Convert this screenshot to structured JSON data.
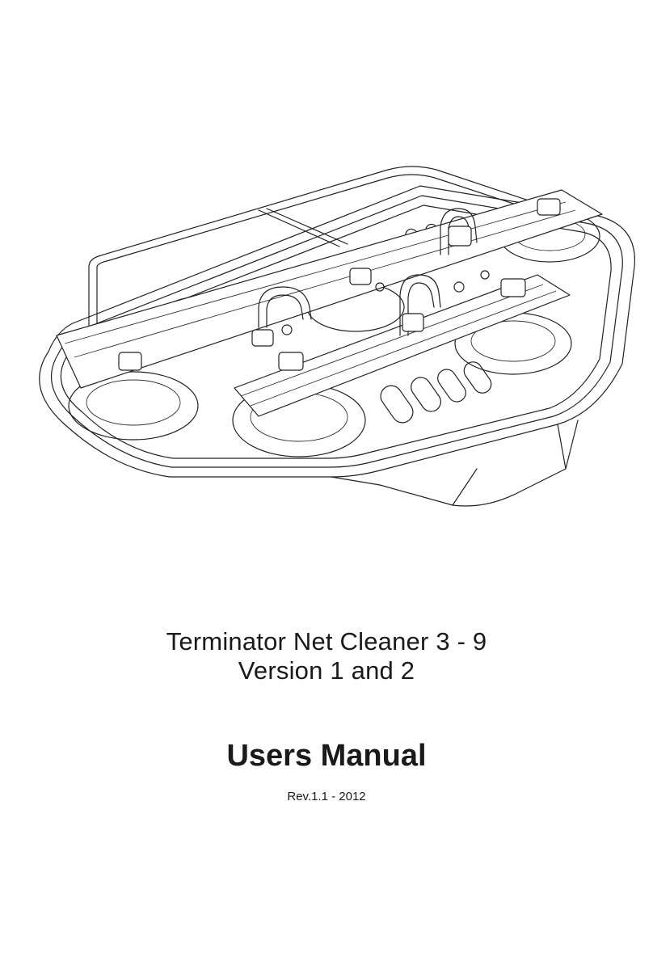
{
  "cover": {
    "product_name": "Terminator Net Cleaner 3 - 9",
    "version": "Version 1 and 2",
    "title": "Users Manual",
    "revision": "Rev.1.1 - 2012"
  },
  "illustration": {
    "subject": "net-cleaner-line-drawing"
  }
}
